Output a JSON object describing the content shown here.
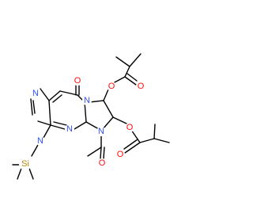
{
  "atoms": {
    "o_ketone": {
      "text": "O",
      "color": "#ff0d0d"
    },
    "n_imidazole_top": {
      "text": "N",
      "color": "#3050f8"
    },
    "n_bridge": {
      "text": "N",
      "color": "#3050f8"
    },
    "n_pyrimidine": {
      "text": "N",
      "color": "#3050f8"
    },
    "n_silyl": {
      "text": "N",
      "color": "#3050f8"
    },
    "n_acetyl": {
      "text": "N",
      "color": "#3050f8"
    },
    "si": {
      "text": "Si",
      "color": "#b8860b"
    },
    "o_ester1_single": {
      "text": "O",
      "color": "#ff0d0d"
    },
    "o_ester1_carbonyl": {
      "text": "O",
      "color": "#ff0d0d"
    },
    "o_ester2_single": {
      "text": "O",
      "color": "#ff0d0d"
    },
    "o_ester2_carbonyl": {
      "text": "O",
      "color": "#ff0d0d"
    },
    "o_acetyl": {
      "text": "O",
      "color": "#ff0d0d"
    }
  }
}
